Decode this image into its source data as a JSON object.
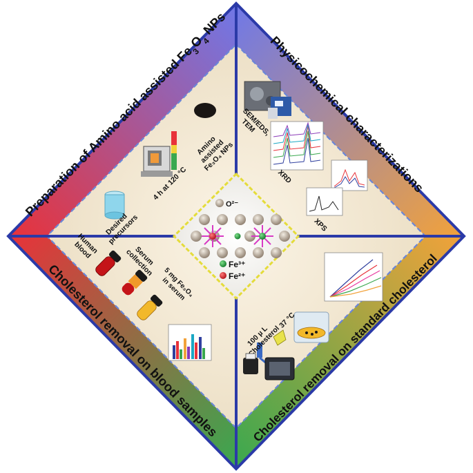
{
  "sections": {
    "top_left": {
      "title": "Preparation of Amino acid assisted Fe",
      "title_sub1": "3",
      "title_mid": "O",
      "title_sub2": "4",
      "title_end": " NPs",
      "labels": {
        "precursors": [
          "Desired",
          "precursors"
        ],
        "heating": "4 h at 120 °C",
        "product": [
          "Amino",
          "assisted",
          "Fe₃O₄ NPs"
        ]
      }
    },
    "top_right": {
      "title": "Physicochemical characterizations",
      "labels": {
        "sem": [
          "SEM/EDS,",
          "TEM"
        ],
        "xrd": "XRD",
        "xps": "XPS"
      }
    },
    "bottom_left": {
      "title": "Cholesterol removal on blood samples",
      "labels": {
        "blood": [
          "Human",
          "blood"
        ],
        "serum": [
          "Serum",
          "collection"
        ],
        "dose": [
          "5 mg Fe₃O₄",
          "in serum"
        ]
      }
    },
    "bottom_right": {
      "title": "Cholesterol removal on standard cholesterol",
      "labels": {
        "cholesterol": [
          "100 µ L",
          "Cholesterol"
        ],
        "temp": "37 °C"
      }
    }
  },
  "center": {
    "oxygen": "O²⁻",
    "fe3": "Fe³⁺",
    "fe2": "Fe²⁺"
  },
  "colors": {
    "border": "#2b3aa8",
    "top": "#6f78e8",
    "right": "#f2a23a",
    "bottom": "#3aa84f",
    "left": "#e8323a",
    "inner_fill": "#f4ead8",
    "center_border": "#e4dc3a",
    "fe3_color": "#1f9a3a",
    "fe2_color": "#d8202a",
    "oxygen_color": "#8a7a6a"
  }
}
